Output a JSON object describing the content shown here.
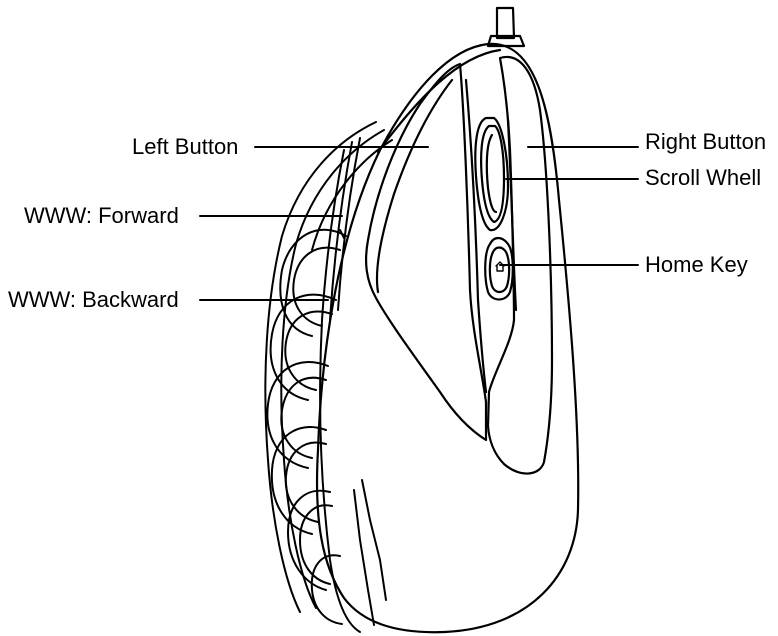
{
  "callouts": {
    "left_button": "Left Button",
    "www_forward": "WWW: Forward",
    "www_backward": "WWW: Backward",
    "right_button": "Right Button",
    "scroll_wheel": "Scroll Whell",
    "home_key": "Home Key"
  },
  "colors": {
    "stroke": "#000000",
    "background": "#ffffff"
  },
  "icons": {
    "home_key": "house-icon"
  }
}
